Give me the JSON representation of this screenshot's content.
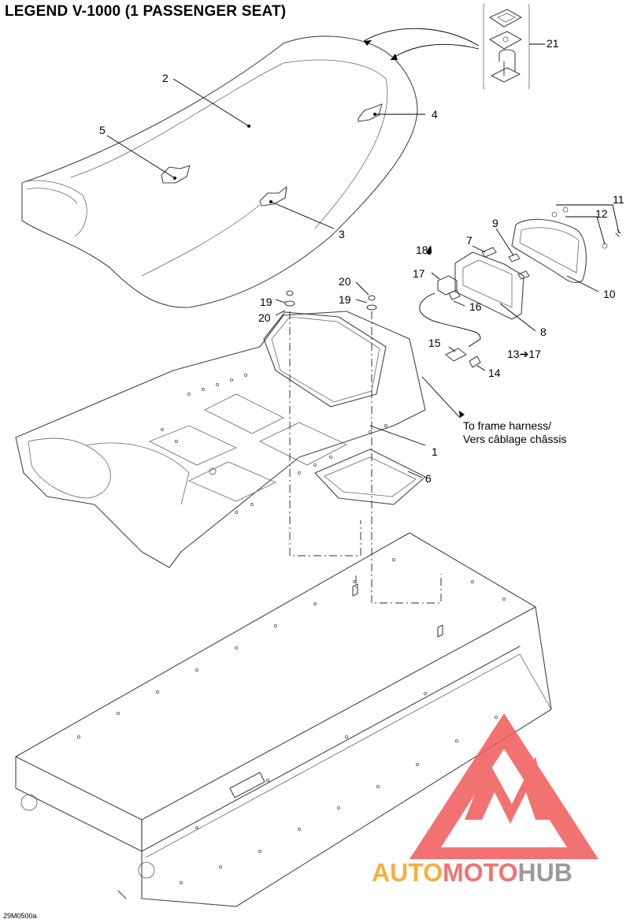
{
  "title": "LEGEND V-1000 (1 PASSENGER SEAT)",
  "figure_code": "29M0500a",
  "callouts": [
    "1",
    "2",
    "3",
    "4",
    "5",
    "6",
    "7",
    "8",
    "9",
    "10",
    "11",
    "12",
    "13",
    "14",
    "15",
    "16",
    "17",
    "18",
    "19",
    "20",
    "21"
  ],
  "callout_13_text": "13",
  "callout_13_target": "17",
  "callout_18_text": "18",
  "harness_note_line1": "To frame harness/",
  "harness_note_line2": "Vers câblage châssis",
  "watermark": {
    "text_part1": "AUTO",
    "text_part2": "MOTO",
    "text_part3": "HUB",
    "color_red": "#f05a5a",
    "color_orange": "#f6a21c",
    "color_gray": "#8a8a8a"
  },
  "line_color": "#444444"
}
